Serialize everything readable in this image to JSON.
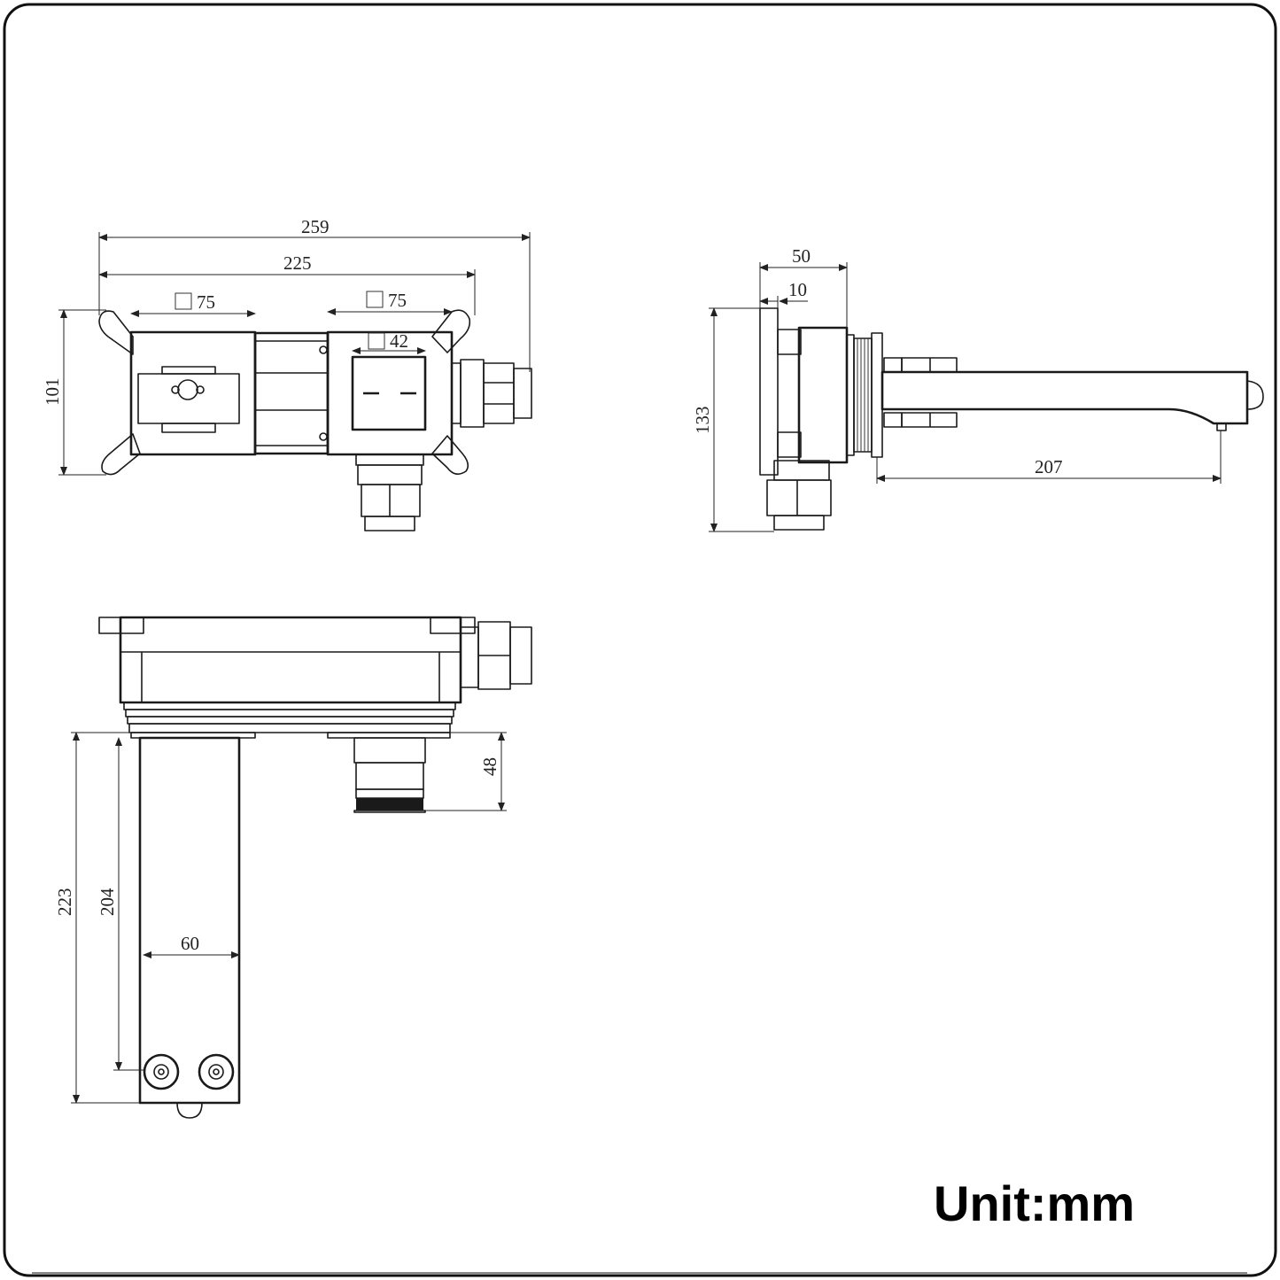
{
  "dimensions": {
    "front_total_width": "259",
    "front_body_width": "225",
    "square_left": "75",
    "square_right": "75",
    "square_inner": "42",
    "front_height": "101",
    "side_flange_depth": "50",
    "side_plate": "10",
    "side_height": "133",
    "spout_projection": "207",
    "bottom_spout_length": "223",
    "bottom_spout_inner": "204",
    "spout_width": "60",
    "handle_depth": "48"
  },
  "unit_label": "Unit:mm",
  "colors": {
    "line": "#1a1a1a",
    "background": "#ffffff"
  }
}
